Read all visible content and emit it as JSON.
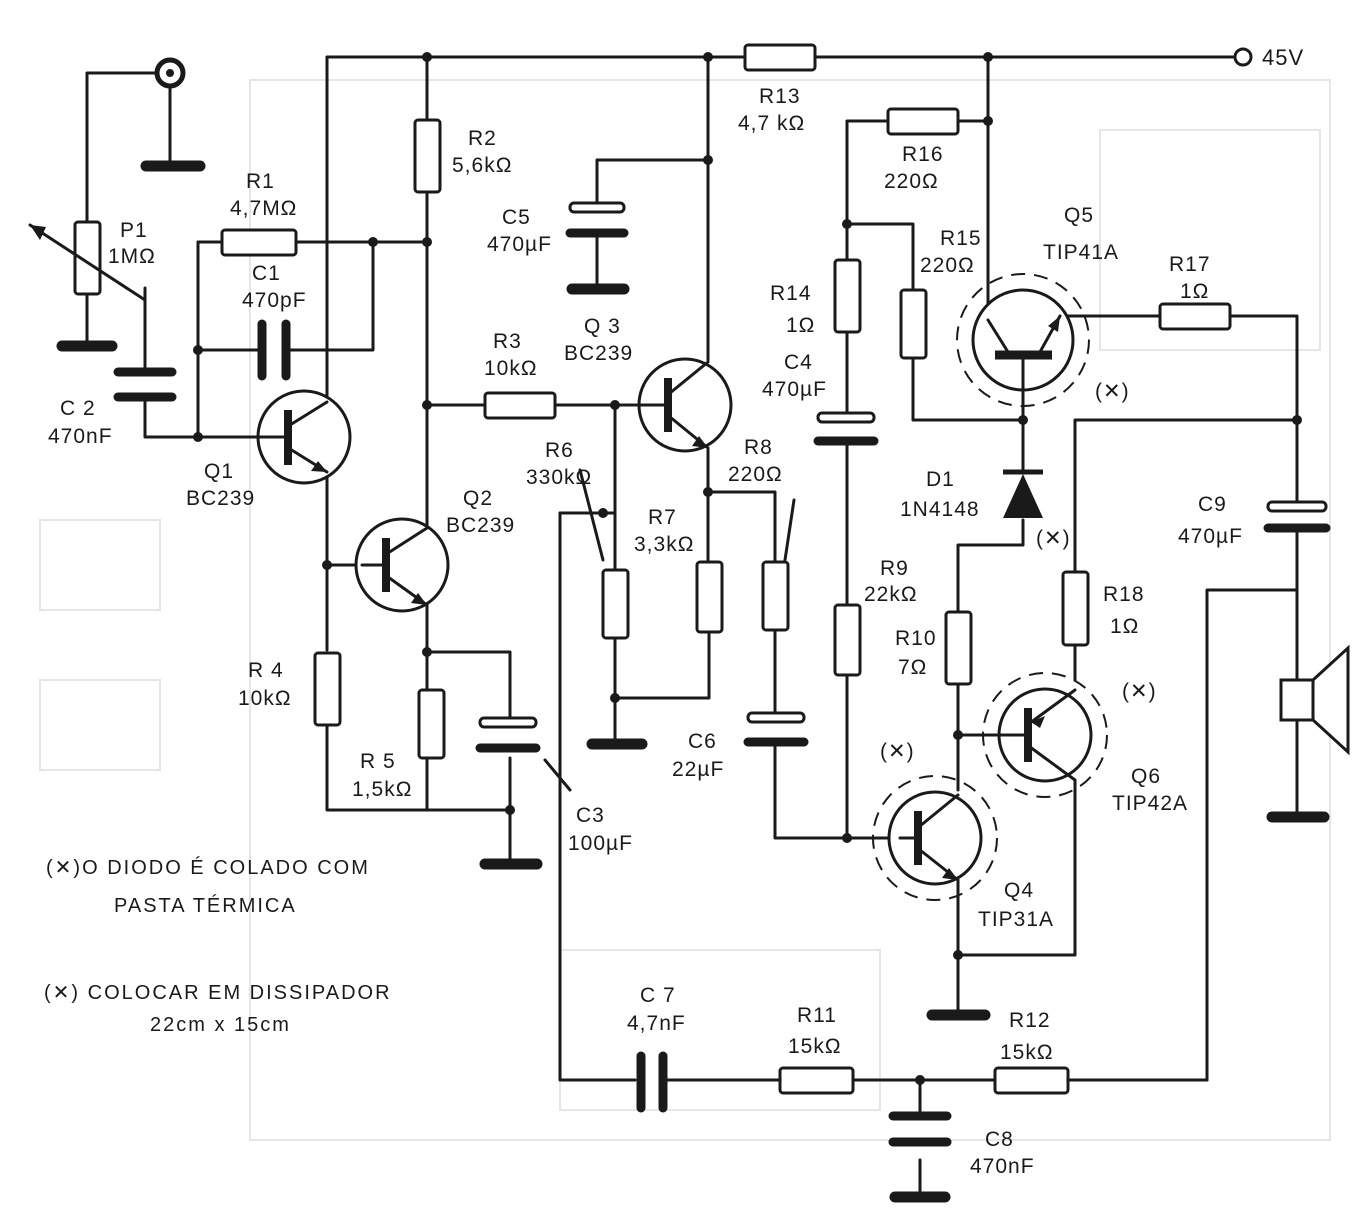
{
  "supply": {
    "label": "45V"
  },
  "components": {
    "P1": {
      "ref": "P1",
      "value": "1MΩ"
    },
    "R1": {
      "ref": "R1",
      "value": "4,7MΩ"
    },
    "C1": {
      "ref": "C1",
      "value": "470pF"
    },
    "C2": {
      "ref": "C 2",
      "value": "470nF"
    },
    "Q1": {
      "ref": "Q1",
      "value": "BC239"
    },
    "R2": {
      "ref": "R2",
      "value": "5,6kΩ"
    },
    "Q2": {
      "ref": "Q2",
      "value": "BC239"
    },
    "R4": {
      "ref": "R 4",
      "value": "10kΩ"
    },
    "R5": {
      "ref": "R 5",
      "value": "1,5kΩ"
    },
    "C3": {
      "ref": "C3",
      "value": "100µF"
    },
    "C5": {
      "ref": "C5",
      "value": "470µF"
    },
    "R3": {
      "ref": "R3",
      "value": "10kΩ"
    },
    "Q3": {
      "ref": "Q 3",
      "value": "BC239"
    },
    "R6": {
      "ref": "R6",
      "value": "330kΩ"
    },
    "R7": {
      "ref": "R7",
      "value": "3,3kΩ"
    },
    "C6": {
      "ref": "C6",
      "value": "22µF"
    },
    "R8": {
      "ref": "R8",
      "value": "220Ω"
    },
    "R13": {
      "ref": "R13",
      "value": "4,7 kΩ"
    },
    "R16": {
      "ref": "R16",
      "value": "220Ω"
    },
    "R14": {
      "ref": "R14",
      "value": "1Ω"
    },
    "C4": {
      "ref": "C4",
      "value": "470µF"
    },
    "R15": {
      "ref": "R15",
      "value": "220Ω"
    },
    "Q5": {
      "ref": "Q5",
      "value": "TIP41A"
    },
    "R17": {
      "ref": "R17",
      "value": "1Ω"
    },
    "D1": {
      "ref": "D1",
      "value": "1N4148"
    },
    "R9": {
      "ref": "R9",
      "value": "22kΩ"
    },
    "R10": {
      "ref": "R10",
      "value": "7Ω"
    },
    "R18": {
      "ref": "R18",
      "value": "1Ω"
    },
    "Q6": {
      "ref": "Q6",
      "value": "TIP42A"
    },
    "Q4": {
      "ref": "Q4",
      "value": "TIP31A"
    },
    "C9": {
      "ref": "C9",
      "value": "470µF"
    },
    "C7": {
      "ref": "C 7",
      "value": "4,7nF"
    },
    "R11": {
      "ref": "R11",
      "value": "15kΩ"
    },
    "R12": {
      "ref": "R12",
      "value": "15kΩ"
    },
    "C8": {
      "ref": "C8",
      "value": "470nF"
    }
  },
  "marks": {
    "heatsink": "(✕)",
    "diode_thermal": "(✕)"
  },
  "notes": {
    "line1": "(✕)O DIODO É COLADO COM",
    "line2": "PASTA   TÉRMICA",
    "line3": "(✕) COLOCAR EM   DISSIPADOR",
    "line4": "22cm  x 15cm"
  }
}
